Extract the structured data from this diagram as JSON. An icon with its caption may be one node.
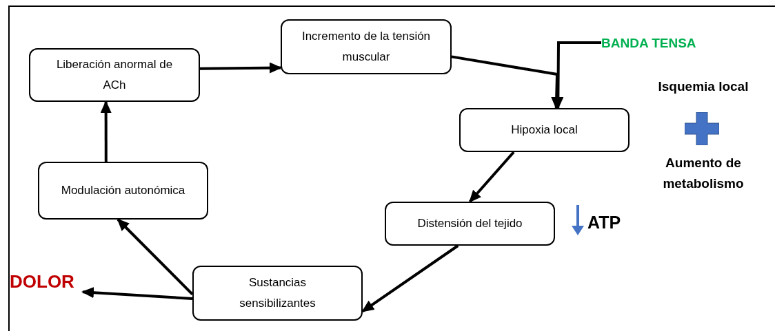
{
  "diagram": {
    "nodes": [
      {
        "text": [
          "Liberación anormal de ACh"
        ]
      },
      {
        "text": [
          "Incremento de la tensión muscular"
        ]
      },
      {
        "text": [
          "Hipoxia local"
        ]
      },
      {
        "text": [
          "Distensión del tejido"
        ]
      },
      {
        "text": [
          "Sustancias sensibilizantes"
        ]
      },
      {
        "text": [
          "Modulación autonómica"
        ]
      },
      {
        "text": [
          "DOLOR"
        ]
      },
      {
        "text": [
          "BANDA TENSA"
        ]
      }
    ],
    "edges": [
      {
        "from": 0,
        "to": 1,
        "arrow": "to"
      },
      {
        "from": 1,
        "to": 2,
        "arrow": "to"
      },
      {
        "from": 2,
        "to": 3,
        "arrow": "to"
      },
      {
        "from": 3,
        "to": 4,
        "arrow": "to"
      },
      {
        "from": 4,
        "to": 5,
        "arrow": "to"
      },
      {
        "from": 4,
        "to": 6,
        "arrow": "to"
      },
      {
        "from": 5,
        "to": 0,
        "arrow": "to"
      },
      {
        "from": 7,
        "to": 2,
        "arrow": "to"
      }
    ],
    "labels": [
      "Isquemia local",
      "Aumento de metabolismo",
      "ATP"
    ]
  }
}
